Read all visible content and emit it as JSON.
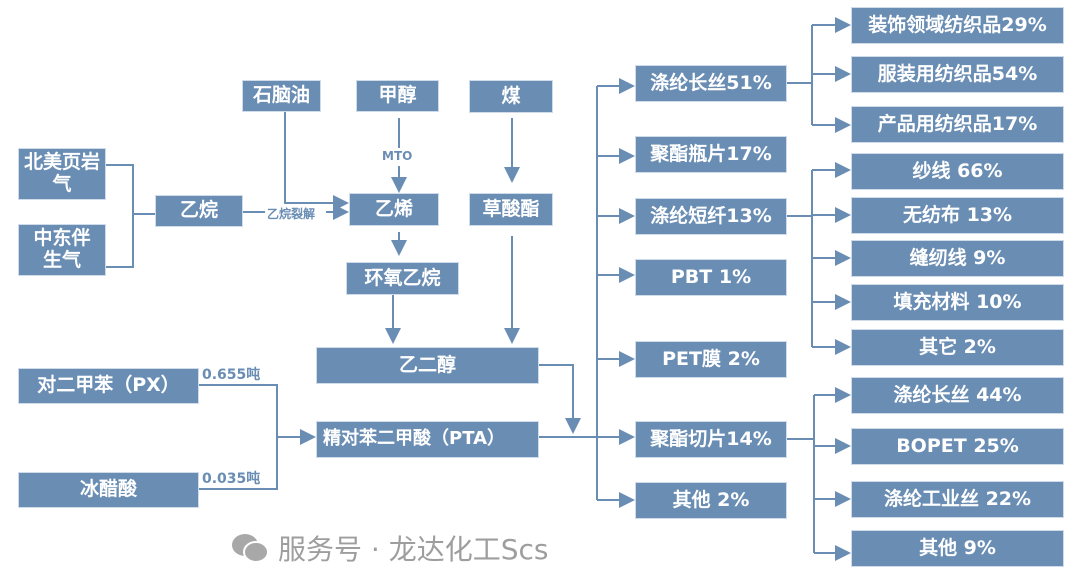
{
  "sources": {
    "na_shale": "北美页岩气",
    "me_gas": "中东伴生气",
    "ethane": "乙烷",
    "naphtha": "石脑油",
    "methanol": "甲醇",
    "coal": "煤",
    "ethylene": "乙烯",
    "oxalate": "草酸酯",
    "eo": "环氧乙烷",
    "meg": "乙二醇",
    "px": "对二甲苯（PX）",
    "acetic": "冰醋酸",
    "pta": "精对苯二甲酸（PTA）"
  },
  "labels": {
    "cracking": "乙烷裂解",
    "mto": "MTO",
    "px_ratio": "0.655吨",
    "acetic_ratio": "0.035吨"
  },
  "products": [
    "涤纶长丝51%",
    "聚酯瓶片17%",
    "涤纶短纤13%",
    "PBT 1%",
    "PET膜 2%",
    "聚酯切片14%",
    "其他 2%"
  ],
  "filament_uses": [
    "装饰领域纺织品29%",
    "服装用纺织品54%",
    "产品用纺织品17%"
  ],
  "staple_uses": [
    "纱线 66%",
    "无纺布 13%",
    "缝纫线 9%",
    "填充材料 10%",
    "其它 2%"
  ],
  "chip_uses": [
    "涤纶长丝 44%",
    "BOPET 25%",
    "涤纶工业丝 22%",
    "其他 9%"
  ],
  "watermark": "服务号 · 龙达化工Scs",
  "colors": {
    "box": "#6a8db4",
    "line": "#6a8db4"
  }
}
